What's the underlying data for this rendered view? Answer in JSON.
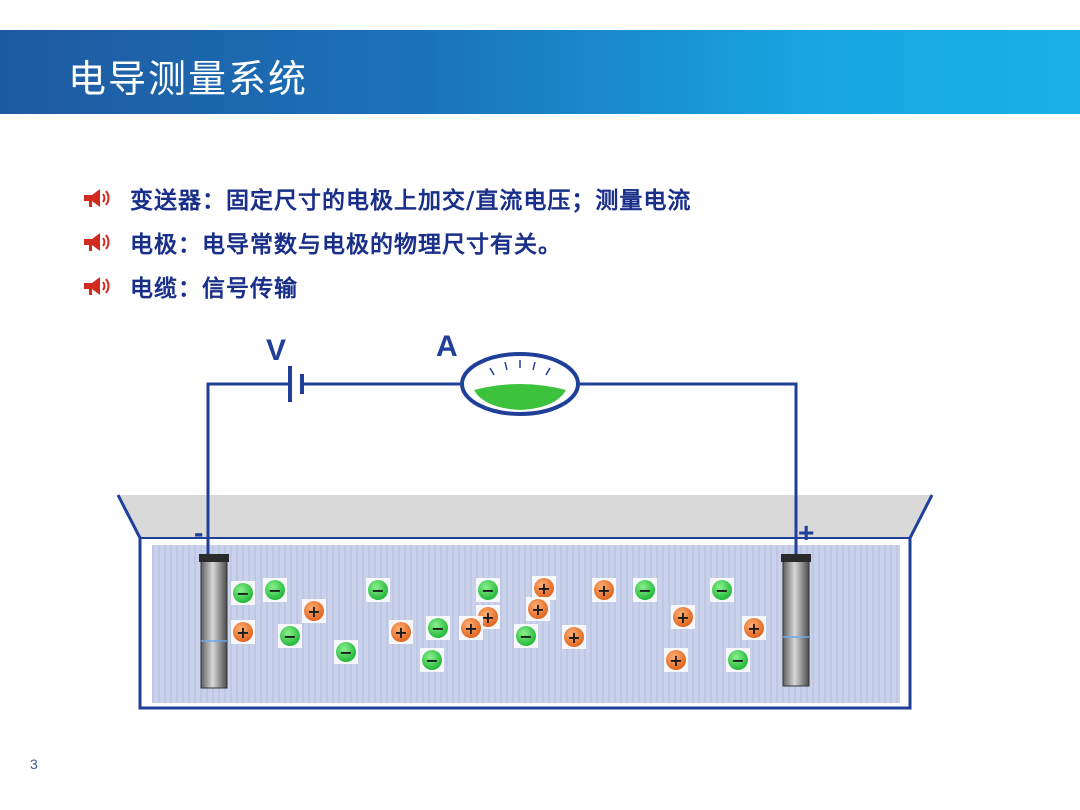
{
  "header": {
    "title": "电导测量系统"
  },
  "bullets": [
    {
      "icon": "megaphone-icon",
      "text": "变送器：固定尺寸的电极上加交/直流电压；测量电流"
    },
    {
      "icon": "megaphone-icon",
      "text": "电极：电导常数与电极的物理尺寸有关。"
    },
    {
      "icon": "megaphone-icon",
      "text": "电缆：信号传输"
    }
  ],
  "diagram": {
    "voltage_label": "V",
    "ammeter_label": "A",
    "negative_label": "-",
    "positive_label": "+",
    "negative_ion_sign": "−",
    "positive_ion_sign": "+",
    "colors": {
      "wire": "#1f3f99",
      "negative_ion": "#35d24a",
      "positive_ion": "#f07a2a",
      "solution": "#c9d2ea",
      "tank_rim": "#d8d8d8",
      "meter_fill": "#3cc23c"
    }
  },
  "footer": {
    "page_number": "3"
  }
}
